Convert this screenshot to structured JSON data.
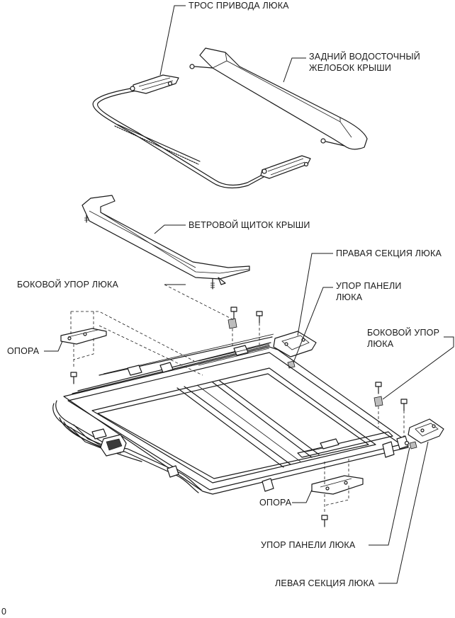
{
  "labels": {
    "cable": "ТРОС ПРИВОДА ЛЮКА",
    "rear_gutter_1": "ЗАДНИЙ ВОДОСТОЧНЫЙ",
    "rear_gutter_2": "ЖЕЛОБОК КРЫШИ",
    "deflector": "ВЕТРОВОЙ ЩИТОК КРЫШИ",
    "right_section": "ПРАВАЯ СЕКЦИЯ ЛЮКА",
    "side_stop_upper": "БОКОВОЙ УПОР ЛЮКА",
    "panel_stop_right_1": "УПОР ПАНЕЛИ",
    "panel_stop_right_2": "ЛЮКА",
    "side_stop_right_1": "БОКОВОЙ УПОР",
    "side_stop_right_2": "ЛЮКА",
    "bracket_left": "ОПОРА",
    "bracket_bottom": "ОПОРА",
    "panel_stop_bottom": "УПОР ПАНЕЛИ ЛЮКА",
    "left_section": "ЛЕВАЯ СЕКЦИЯ ЛЮКА",
    "corner_code": "0"
  },
  "colors": {
    "line": "#1a1a1a",
    "background": "#ffffff",
    "shade": "#bdbdbd"
  }
}
